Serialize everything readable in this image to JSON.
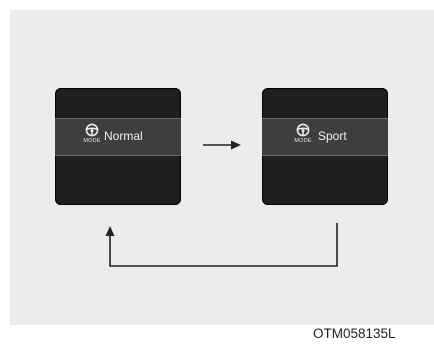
{
  "screens": [
    {
      "mode_label": "MODE",
      "mode_name": "Normal"
    },
    {
      "mode_label": "MODE",
      "mode_name": "Sport"
    }
  ],
  "icons": {
    "mode_icon": "steering-wheel-icon",
    "forward_arrow": "right-arrow-icon",
    "return_arrow": "loop-back-arrow-icon"
  },
  "colors": {
    "background": "#ececec",
    "screen": "#1f1f1f",
    "screen_bar": "#3e3e3e",
    "screen_text": "#f2f2f2",
    "arrow": "#222222"
  },
  "figure_code": "OTM058135L"
}
